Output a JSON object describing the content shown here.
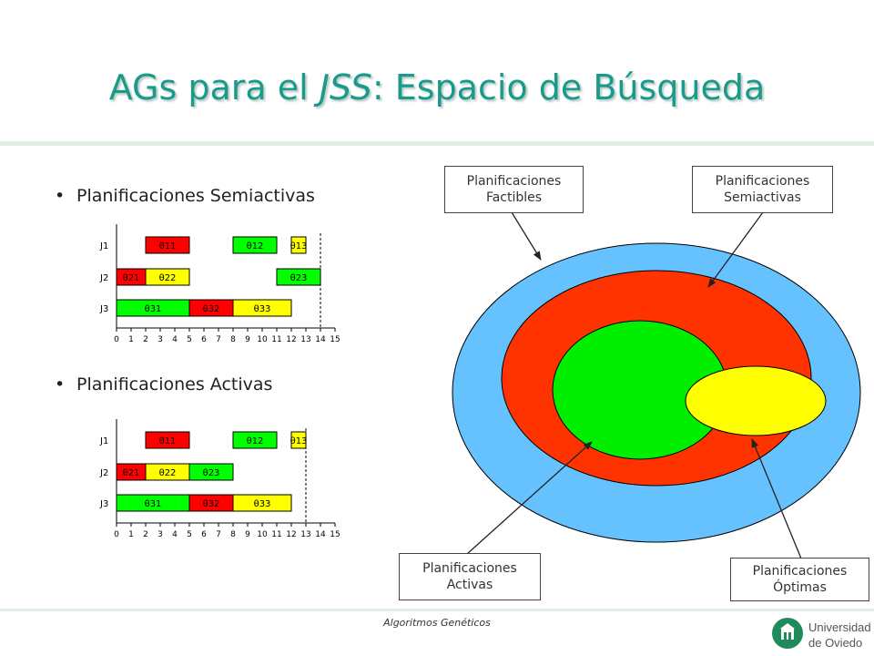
{
  "title": {
    "prefix": "AGs para el ",
    "italic": "JSS",
    "suffix": ": Espacio de Búsqueda"
  },
  "bullets": [
    "Planificaciones Semiactivas",
    "Planificaciones Activas"
  ],
  "gantt_charts": [
    {
      "jobs": [
        "J1",
        "J2",
        "J3"
      ],
      "x_ticks": [
        "0",
        "1",
        "2",
        "3",
        "4",
        "5",
        "6",
        "7",
        "8",
        "9",
        "10",
        "11",
        "12",
        "13",
        "14",
        "15"
      ],
      "ops": [
        {
          "job": 0,
          "start": 2,
          "end": 5,
          "label": "θ11",
          "color": "#ff0000"
        },
        {
          "job": 0,
          "start": 8,
          "end": 11,
          "label": "θ12",
          "color": "#00ff00"
        },
        {
          "job": 0,
          "start": 12,
          "end": 13,
          "label": "θ13",
          "color": "#ffff00"
        },
        {
          "job": 1,
          "start": 0,
          "end": 2,
          "label": "θ21",
          "color": "#ff0000"
        },
        {
          "job": 1,
          "start": 2,
          "end": 5,
          "label": "θ22",
          "color": "#ffff00"
        },
        {
          "job": 1,
          "start": 11,
          "end": 14,
          "label": "θ23",
          "color": "#00ff00"
        },
        {
          "job": 2,
          "start": 0,
          "end": 5,
          "label": "θ31",
          "color": "#00ff00"
        },
        {
          "job": 2,
          "start": 5,
          "end": 8,
          "label": "θ32",
          "color": "#ff0000"
        },
        {
          "job": 2,
          "start": 8,
          "end": 12,
          "label": "θ33",
          "color": "#ffff00"
        }
      ],
      "makespan": 14
    },
    {
      "jobs": [
        "J1",
        "J2",
        "J3"
      ],
      "x_ticks": [
        "0",
        "1",
        "2",
        "3",
        "4",
        "5",
        "6",
        "7",
        "8",
        "9",
        "10",
        "11",
        "12",
        "13",
        "14",
        "15"
      ],
      "ops": [
        {
          "job": 0,
          "start": 2,
          "end": 5,
          "label": "θ11",
          "color": "#ff0000"
        },
        {
          "job": 0,
          "start": 8,
          "end": 11,
          "label": "θ12",
          "color": "#00ff00"
        },
        {
          "job": 0,
          "start": 12,
          "end": 13,
          "label": "θ13",
          "color": "#ffff00"
        },
        {
          "job": 1,
          "start": 0,
          "end": 2,
          "label": "θ21",
          "color": "#ff0000"
        },
        {
          "job": 1,
          "start": 2,
          "end": 5,
          "label": "θ22",
          "color": "#ffff00"
        },
        {
          "job": 1,
          "start": 5,
          "end": 8,
          "label": "θ23",
          "color": "#00ff00"
        },
        {
          "job": 2,
          "start": 0,
          "end": 5,
          "label": "θ31",
          "color": "#00ff00"
        },
        {
          "job": 2,
          "start": 5,
          "end": 8,
          "label": "θ32",
          "color": "#ff0000"
        },
        {
          "job": 2,
          "start": 8,
          "end": 12,
          "label": "θ33",
          "color": "#ffff00"
        }
      ],
      "makespan": 13
    }
  ],
  "diagram": {
    "colors": {
      "factibles": "#66c2ff",
      "semiactivas": "#ff3300",
      "activas": "#00ee00",
      "optimas": "#ffff00"
    },
    "labels": {
      "factibles": [
        "Planificaciones",
        "Factibles"
      ],
      "semiactivas": [
        "Planificaciones",
        "Semiactivas"
      ],
      "activas": [
        "Planificaciones",
        "Activas"
      ],
      "optimas": [
        "Planificaciones",
        "Óptimas"
      ]
    }
  },
  "footer": "Algoritmos Genéticos",
  "logo": {
    "line1": "Universidad",
    "line2": "de Oviedo"
  }
}
